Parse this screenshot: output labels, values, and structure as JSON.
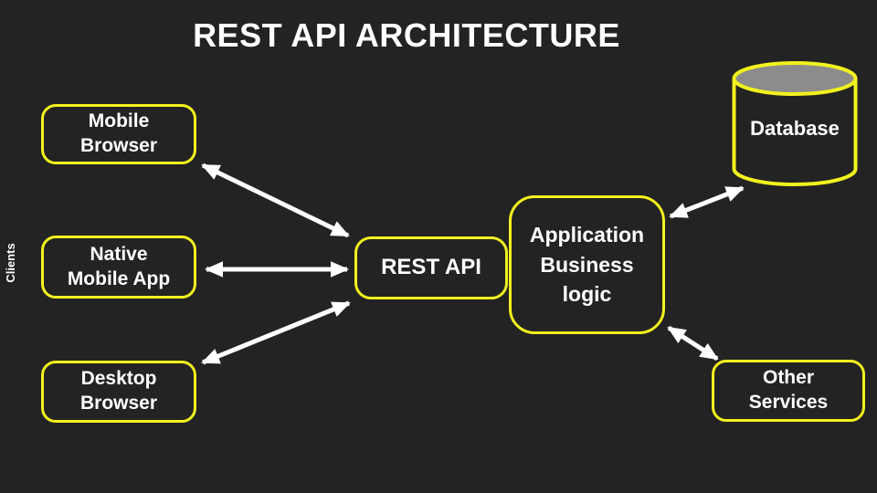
{
  "title": "REST API ARCHITECTURE",
  "group_label": "Clients",
  "colors": {
    "background": "#232323",
    "node_border": "#F2F21E",
    "node_text": "#FFFFFF",
    "arrow": "#FFFFFF",
    "database_top_fill": "#8C8C8C"
  },
  "nodes": {
    "mobile_browser": {
      "label": "Mobile\nBrowser"
    },
    "native_mobile_app": {
      "label": "Native\nMobile App"
    },
    "desktop_browser": {
      "label": "Desktop\nBrowser"
    },
    "rest_api": {
      "label": "REST API"
    },
    "app_logic": {
      "label": "Application\nBusiness\nlogic"
    },
    "database": {
      "label": "Database"
    },
    "other_services": {
      "label": "Other\nServices"
    }
  },
  "connections": [
    {
      "from": "mobile_browser",
      "to": "rest_api",
      "bidirectional": true
    },
    {
      "from": "native_mobile_app",
      "to": "rest_api",
      "bidirectional": true
    },
    {
      "from": "desktop_browser",
      "to": "rest_api",
      "bidirectional": true
    },
    {
      "from": "app_logic",
      "to": "database",
      "bidirectional": true
    },
    {
      "from": "app_logic",
      "to": "other_services",
      "bidirectional": true
    }
  ]
}
